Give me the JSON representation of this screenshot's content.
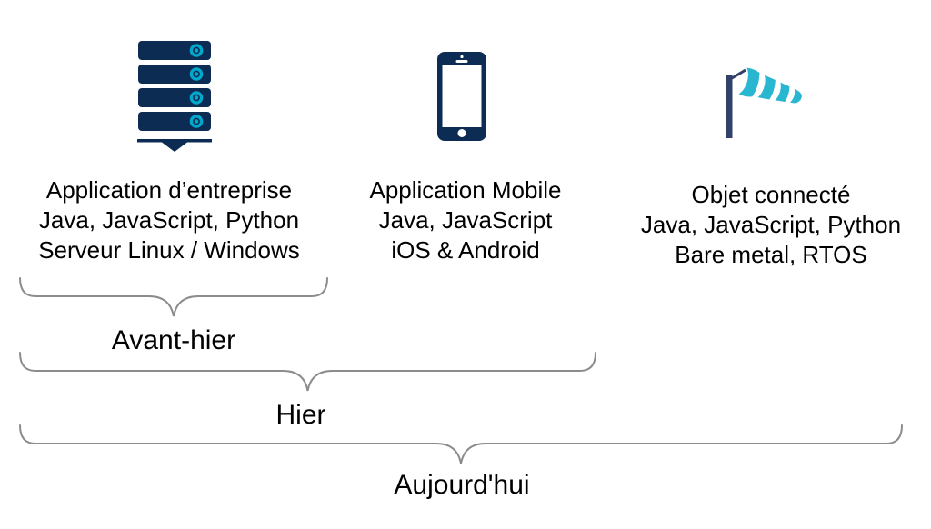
{
  "columns": [
    {
      "icon": "server",
      "lines": [
        "Application d’entreprise",
        "Java, JavaScript, Python",
        "Serveur Linux / Windows"
      ]
    },
    {
      "icon": "smartphone",
      "lines": [
        "Application Mobile",
        "Java, JavaScript",
        "iOS & Android"
      ]
    },
    {
      "icon": "windsock",
      "lines": [
        "Objet connecté",
        "Java, JavaScript, Python",
        "Bare metal, RTOS"
      ]
    }
  ],
  "braces": [
    {
      "label": "Avant-hier"
    },
    {
      "label": "Hier"
    },
    {
      "label": "Aujourd'hui"
    }
  ],
  "colors": {
    "navy": "#0d2c54",
    "teal": "#00a8cc",
    "sock_teal": "#29b6d0",
    "pole_navy": "#32406a",
    "brace_gray": "#8c8c8c",
    "text": "#000000"
  }
}
